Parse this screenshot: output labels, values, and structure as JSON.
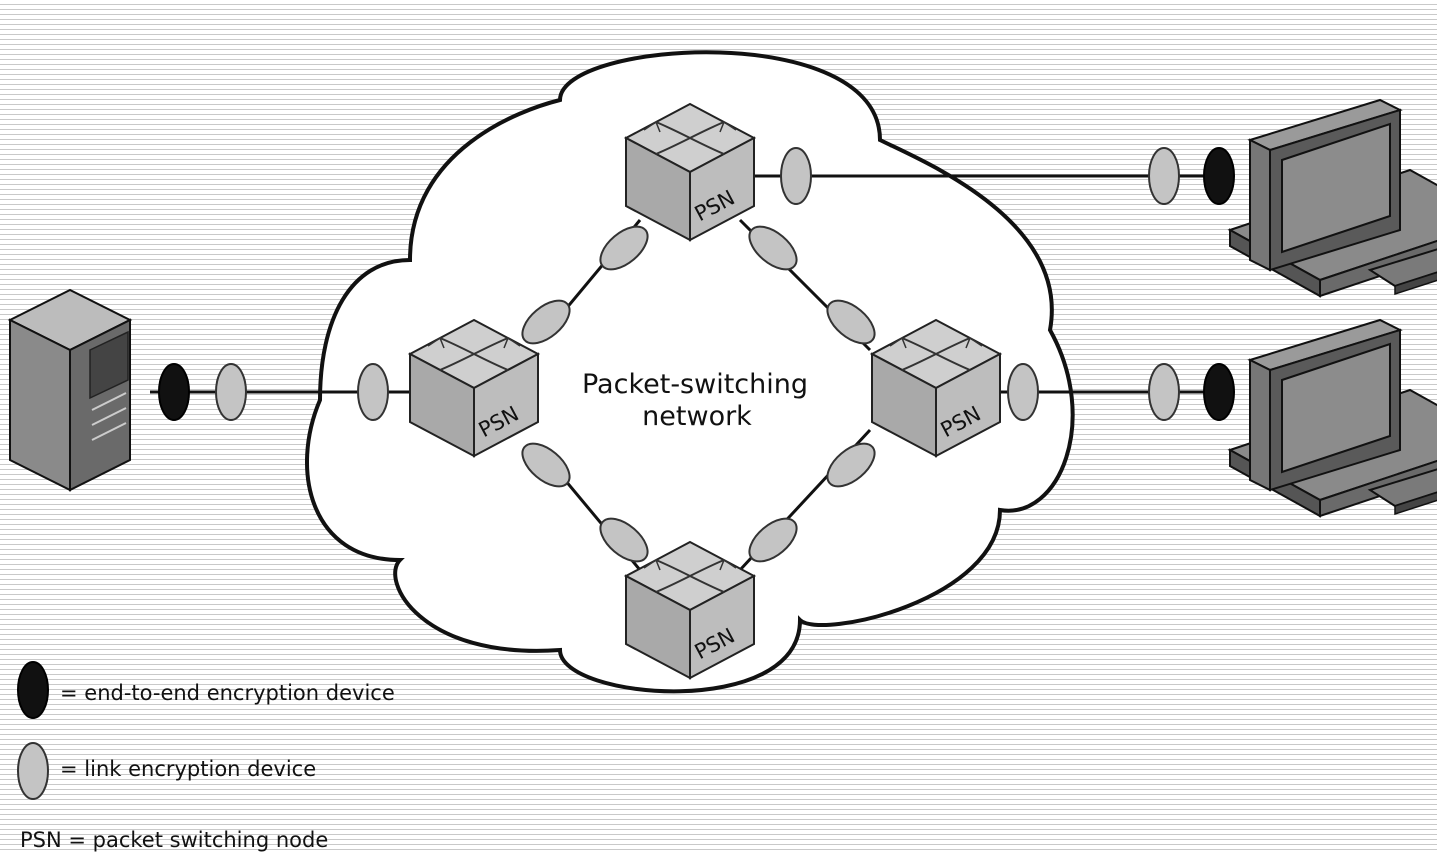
{
  "diagram": {
    "cloud_label_line1": "Packet-switching",
    "cloud_label_line2": "network",
    "node_label": "PSN",
    "colors": {
      "end_to_end_device": "#111111",
      "link_device": "#c4c4c4",
      "psn_cube": "#b5b5b5",
      "lines": "#111111",
      "stripes": "#c9c9c9"
    },
    "icons": {
      "server": "server-tower-icon",
      "workstation": "desktop-computer-icon",
      "node": "psn-switch-cube-icon"
    }
  },
  "legend": {
    "end_to_end": "= end-to-end encryption device",
    "link": "= link encryption device",
    "psn": "PSN = packet switching node"
  }
}
